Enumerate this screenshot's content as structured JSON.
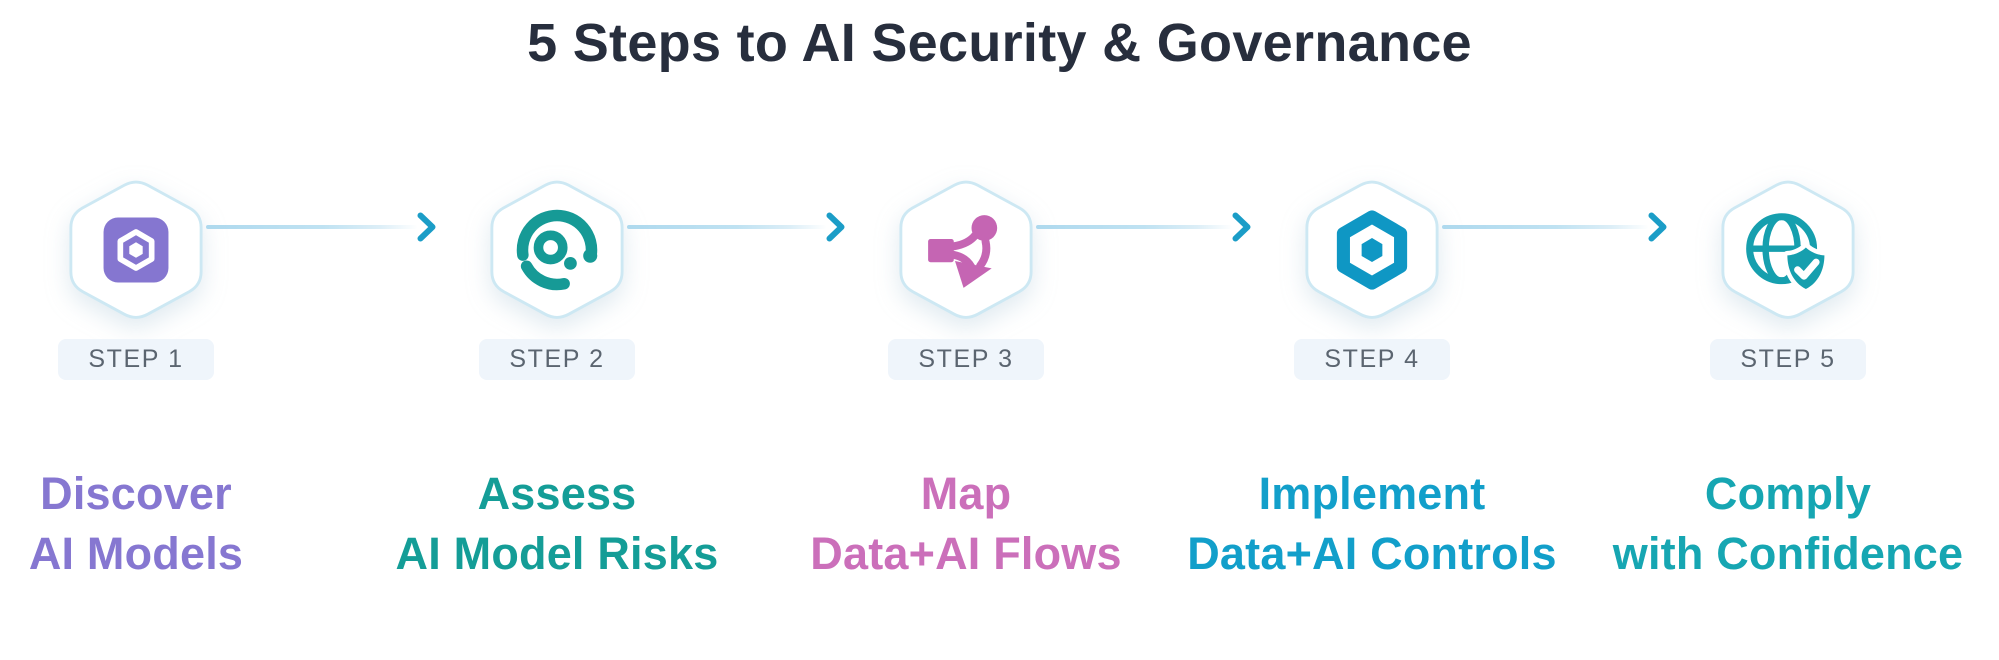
{
  "title": "5 Steps to AI Security & Governance",
  "colors": {
    "title": "#272e3d",
    "hexagon_border": "#cde8f3",
    "connector_line": "#aed9ee",
    "connector_arrow": "#1b9dc7",
    "badge_background": "#eff5fb",
    "badge_text": "#5b6570"
  },
  "steps": [
    {
      "badge": "STEP 1",
      "icon": "hexagon-model-icon",
      "icon_color": "#8576d0",
      "color": "#8677d1",
      "label_line1": "Discover",
      "label_line2": "AI Models"
    },
    {
      "badge": "STEP 2",
      "icon": "risk-gauge-icon",
      "icon_color": "#169a96",
      "color": "#149d97",
      "label_line1": "Assess",
      "label_line2": "AI Model Risks"
    },
    {
      "badge": "STEP 3",
      "icon": "data-flow-icon",
      "icon_color": "#c565b3",
      "color": "#cb6fba",
      "label_line1": "Map",
      "label_line2": "Data+AI Flows"
    },
    {
      "badge": "STEP 4",
      "icon": "hexagon-controls-icon",
      "icon_color": "#0f97c4",
      "color": "#129fca",
      "label_line1": "Implement",
      "label_line2": "Data+AI Controls"
    },
    {
      "badge": "STEP 5",
      "icon": "globe-shield-check-icon",
      "icon_color": "#169fae",
      "color": "#16a6b2",
      "label_line1": "Comply",
      "label_line2": "with Confidence"
    }
  ]
}
